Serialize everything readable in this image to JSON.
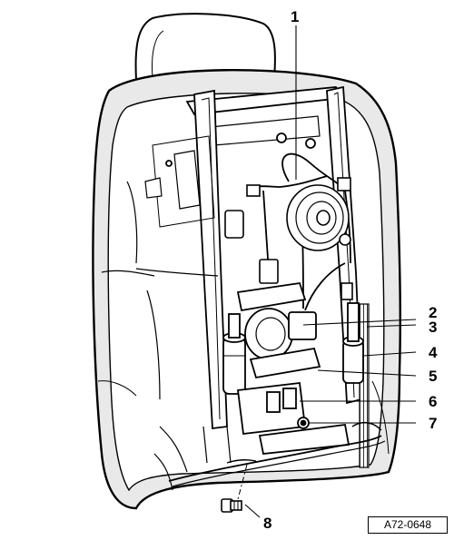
{
  "callouts": [
    {
      "id": "1",
      "label": "1"
    },
    {
      "id": "2",
      "label": "2"
    },
    {
      "id": "3",
      "label": "3"
    },
    {
      "id": "4",
      "label": "4"
    },
    {
      "id": "5",
      "label": "5"
    },
    {
      "id": "6",
      "label": "6"
    },
    {
      "id": "7",
      "label": "7"
    },
    {
      "id": "8",
      "label": "8"
    }
  ],
  "figure_code": "A72-0648",
  "colors": {
    "line": "#000000",
    "background": "#ffffff",
    "foam_shade": "#e9e9e9"
  }
}
